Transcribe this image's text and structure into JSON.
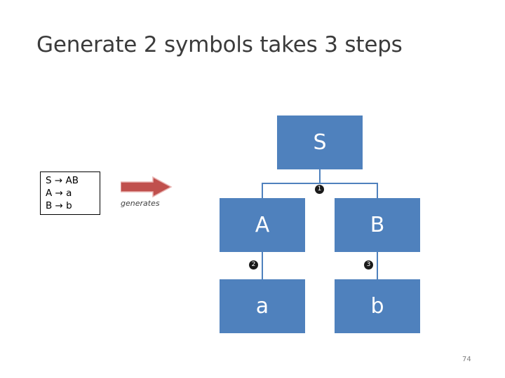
{
  "slide": {
    "title": "Generate 2 symbols takes 3 steps",
    "page_number": "74",
    "background": "#ffffff"
  },
  "rules_box": {
    "lines": [
      "S → AB",
      "A → a",
      "B → b"
    ]
  },
  "arrow": {
    "icon": "right-arrow-icon",
    "label": "generates",
    "fill": "#c0504d"
  },
  "tree": {
    "node_color": "#4f81bd",
    "text_color": "#ffffff",
    "nodes": [
      {
        "id": "s",
        "label": "S"
      },
      {
        "id": "a",
        "label": "A"
      },
      {
        "id": "b",
        "label": "B"
      },
      {
        "id": "a_low",
        "label": "a"
      },
      {
        "id": "b_low",
        "label": "b"
      }
    ],
    "step_badges": [
      {
        "id": "1",
        "label": "❶"
      },
      {
        "id": "2",
        "label": "❷"
      },
      {
        "id": "3",
        "label": "❸"
      }
    ]
  }
}
